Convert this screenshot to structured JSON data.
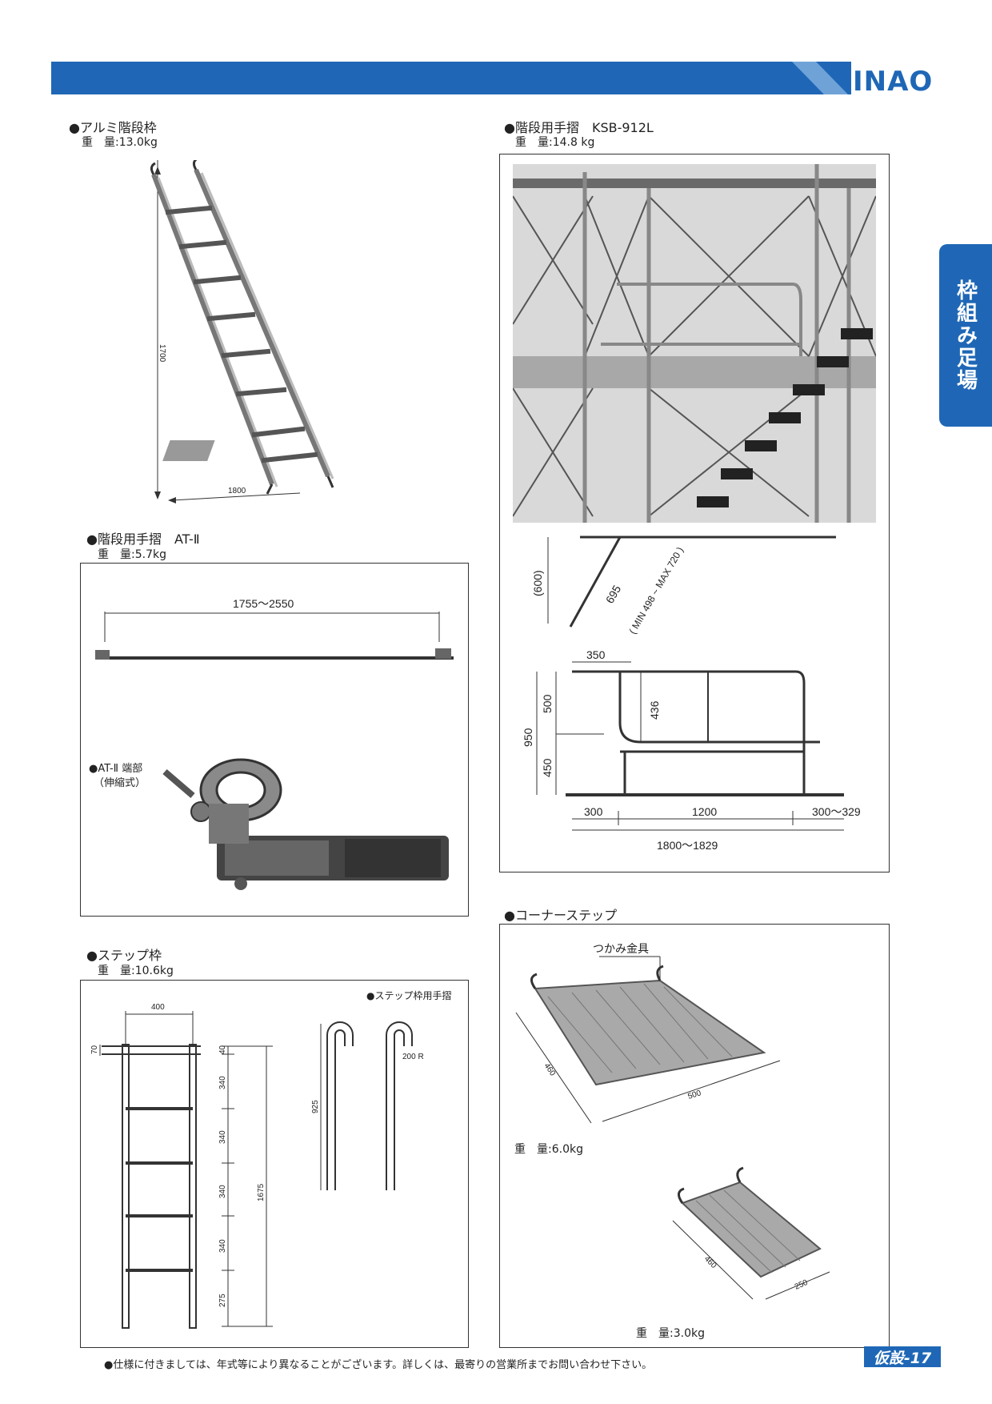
{
  "header": {
    "brand": "INAO"
  },
  "side_tab": {
    "label": "枠組み足場"
  },
  "items": {
    "aluminum_stair": {
      "title": "●アルミ階段枠",
      "weight": "重　量:13.0kg",
      "dim_height": "1700",
      "dim_width": "1800"
    },
    "handrail_ksb": {
      "title": "●階段用手摺　KSB-912L",
      "weight": "重　量:14.8 kg",
      "dims": {
        "d600": "(600)",
        "d695": "695",
        "dmin": "( MIN 498 ~ MAX 720 )",
        "d350": "350",
        "d500": "500",
        "d436": "436",
        "d950": "950",
        "d450": "450",
        "d300": "300",
        "d1200": "1200",
        "d300_329": "300〜329",
        "d1800_1829": "1800〜1829"
      }
    },
    "handrail_at2": {
      "title": "●階段用手摺　AT-Ⅱ",
      "weight": "重　量:5.7kg",
      "span": "1755～2550",
      "end_label": "●AT-Ⅱ 端部",
      "end_sub": "（伸縮式）"
    },
    "corner_step": {
      "title": "●コーナーステップ",
      "grip_label": "つかみ金具",
      "large": {
        "d460": "460",
        "d500": "500",
        "weight": "重　量:6.0kg"
      },
      "small": {
        "d460": "460",
        "d250": "250",
        "weight": "重　量:3.0kg"
      }
    },
    "step_frame": {
      "title": "●ステップ枠",
      "weight": "重　量:10.6kg",
      "handrail_label": "●ステップ枠用手摺",
      "dims": {
        "w400": "400",
        "d70": "70",
        "d40": "40",
        "s1": "340",
        "s2": "340",
        "s3": "340",
        "s4": "340",
        "s5": "275",
        "h1675": "1675",
        "h925": "925",
        "r200": "200 R"
      }
    }
  },
  "footer": {
    "note": "●仕様に付きましては、年式等により異なることがございます。詳しくは、最寄りの営業所までお問い合わせ下さい。",
    "page": "仮設-17"
  }
}
